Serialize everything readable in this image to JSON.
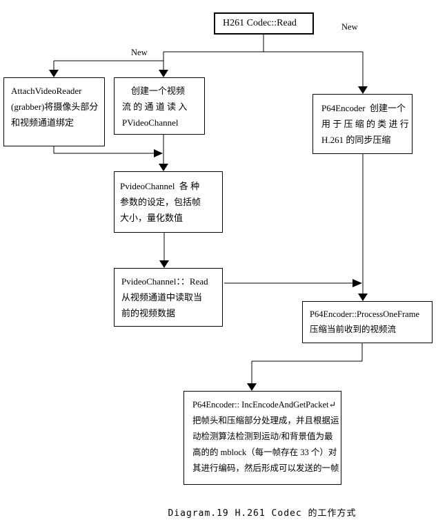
{
  "colors": {
    "line": "#000000",
    "background": "#ffffff",
    "text": "#000000"
  },
  "labels": {
    "new_right": "New",
    "new_left": "New"
  },
  "caption": "Diagram.19 H.261 Codec 的工作方式",
  "nodes": {
    "h261_read": {
      "lines": [
        "H261 Codec::Read"
      ]
    },
    "attach_video_reader": {
      "lines": [
        "AttachVideoReader",
        "(grabber)将摄像头部分",
        "和视频通道绑定"
      ]
    },
    "create_video_channel": {
      "lines": [
        "创建一个视频",
        "流 的 通 道 读 入",
        "PVideoChannel"
      ]
    },
    "p64_encoder_new": {
      "lines": [
        "P64Encoder  创建一个",
        "用 于 压 缩 的 类 进 行",
        "H.261 的同步压缩"
      ]
    },
    "channel_params": {
      "lines": [
        "PvideoChannel  各 种",
        "参数的设定，包括帧",
        "大小，量化数值"
      ]
    },
    "channel_read": {
      "lines": [
        "PvideoChannel：：Read",
        "从视频通道中读取当",
        "前的视频数据"
      ]
    },
    "process_one_frame": {
      "lines": [
        "P64Encoder::ProcessOneFrame",
        "压缩当前收到的视频流"
      ]
    },
    "inc_encode_get_packet": {
      "lines": [
        "P64Encoder:: IncEncodeAndGetPacket↵",
        "把帧头和压缩部分处理成，并且根据运",
        "动检测算法检测到运动/和背景值为最",
        "高的的 mblock（每一帧存在 33 个）对",
        "其进行编码，然后形成可以发送的一帧"
      ]
    }
  }
}
